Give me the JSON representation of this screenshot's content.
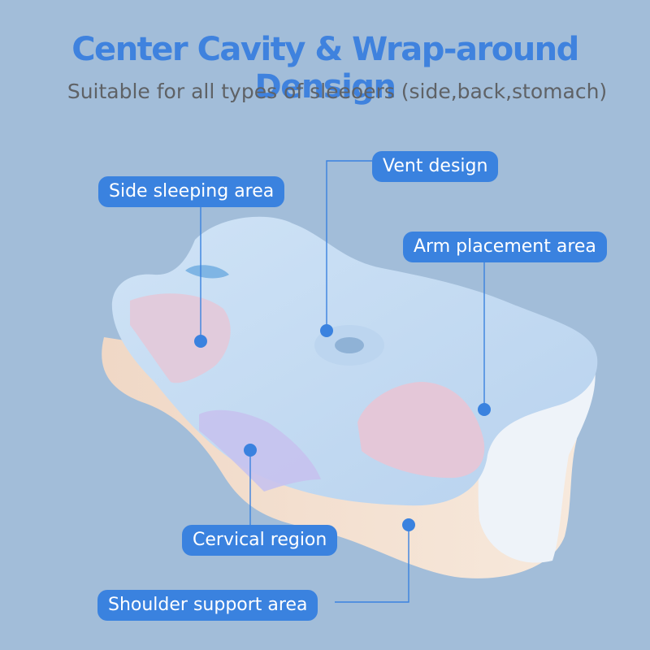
{
  "header": {
    "title": "Center Cavity &  Wrap-around Densign",
    "subtitle": "Suitable for all types of sleeoers (side,back,stomach)"
  },
  "callouts": {
    "vent": "Vent design",
    "side_sleeping": "Side sleeping area",
    "arm_placement": "Arm placement area",
    "cervical": "Cervical region",
    "shoulder_support": "Shoulder support area"
  },
  "colors": {
    "background": "#a2bdd9",
    "accent": "#3a82df",
    "title": "#3f82de",
    "subtitle": "#5f6266"
  }
}
